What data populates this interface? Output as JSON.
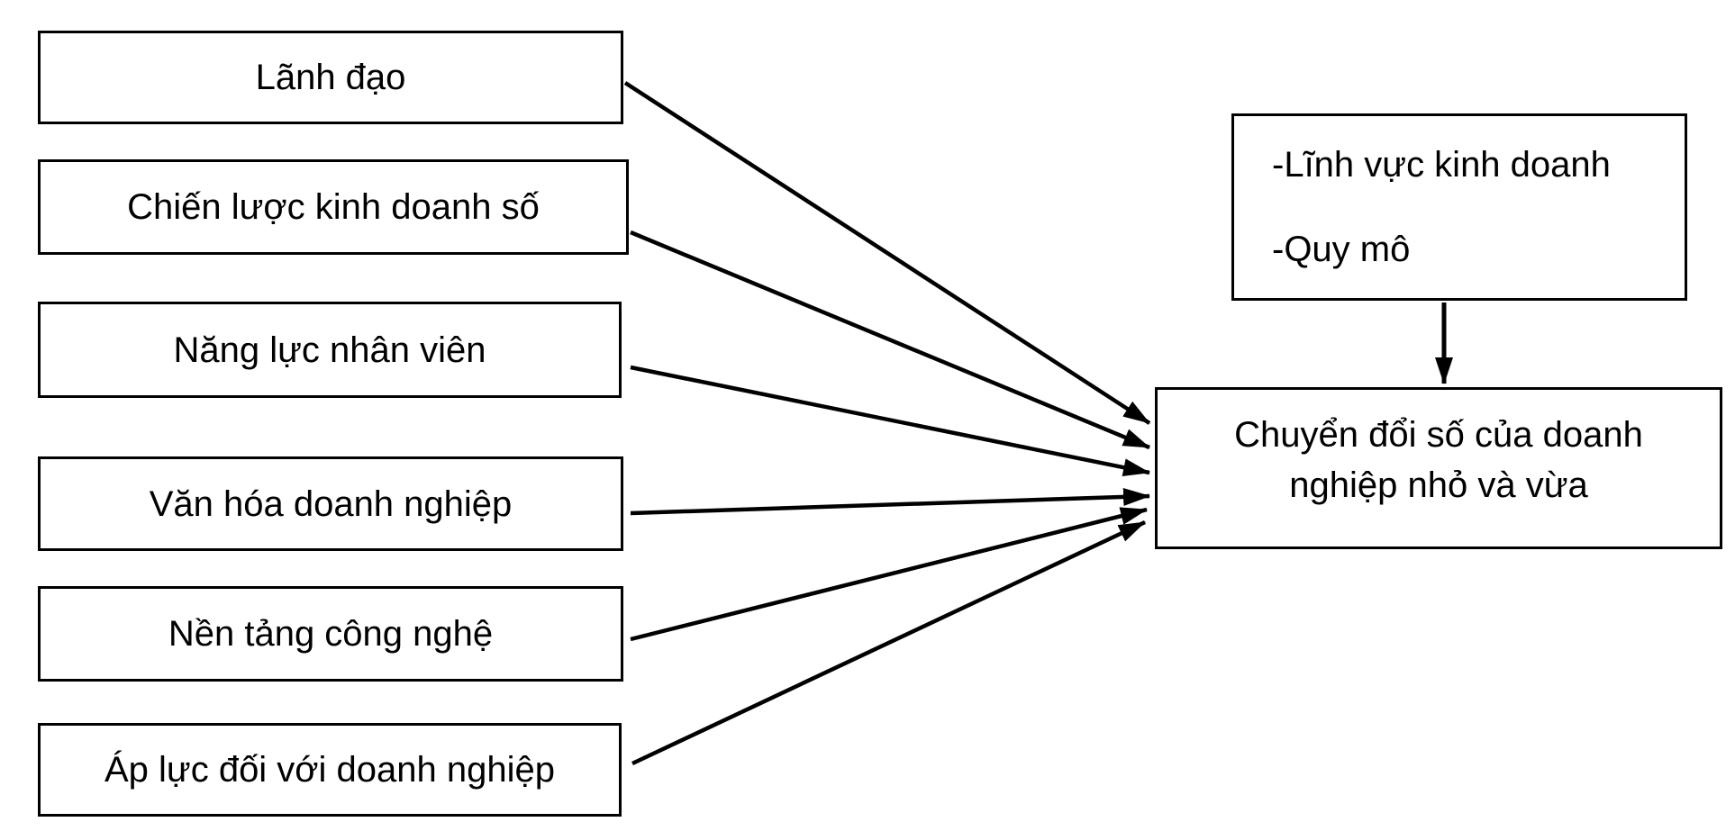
{
  "diagram": {
    "nodes": {
      "lanh_dao": {
        "label": "Lãnh đạo"
      },
      "chien_luoc": {
        "label": "Chiến lược kinh doanh số"
      },
      "nang_luc": {
        "label": "Năng lực nhân viên"
      },
      "van_hoa": {
        "label": "Văn hóa doanh nghiệp"
      },
      "nen_tang": {
        "label": "Nền tảng công nghệ"
      },
      "ap_luc": {
        "label": "Áp lực đối với doanh nghiệp"
      },
      "moderators": {
        "lines": [
          "-Lĩnh vực kinh doanh",
          "-Quy mô"
        ]
      },
      "outcome": {
        "label": "Chuyển đổi số của doanh nghiệp nhỏ và vừa"
      }
    },
    "edges": [
      {
        "from": "lanh_dao",
        "to": "outcome"
      },
      {
        "from": "chien_luoc",
        "to": "outcome"
      },
      {
        "from": "nang_luc",
        "to": "outcome"
      },
      {
        "from": "van_hoa",
        "to": "outcome"
      },
      {
        "from": "nen_tang",
        "to": "outcome"
      },
      {
        "from": "ap_luc",
        "to": "outcome"
      },
      {
        "from": "moderators",
        "to": "outcome"
      }
    ],
    "colors": {
      "background": "#ffffff",
      "box_fill": "#ffffff",
      "box_border": "#000000",
      "arrow": "#000000",
      "text": "#000000"
    }
  }
}
